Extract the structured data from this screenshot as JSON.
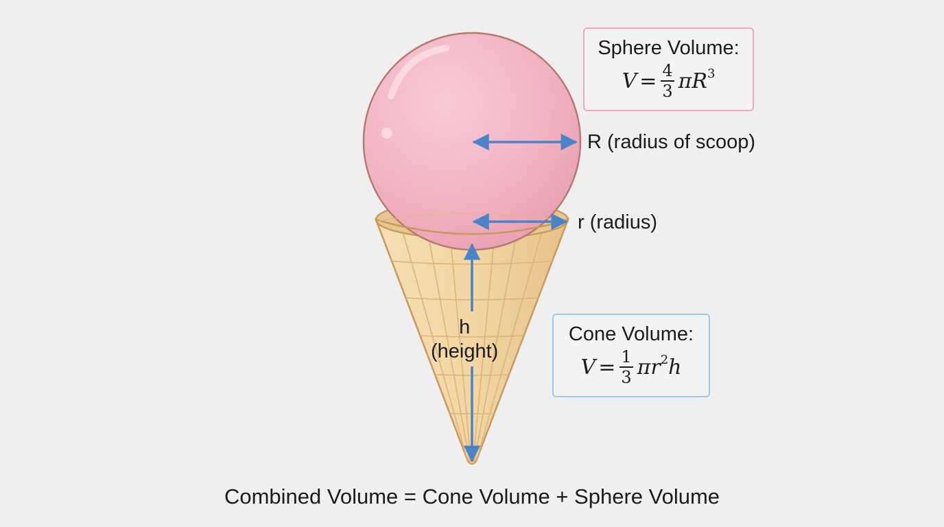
{
  "labels": {
    "scoop_radius": "R (radius of scoop)",
    "cone_radius": "r (radius)",
    "height_letter": "h",
    "height_word": "(height)"
  },
  "sphere_box": {
    "title": "Sphere Volume:",
    "lhs": "V",
    "equals": "=",
    "frac_num": "4",
    "frac_den": "3",
    "rest": "πR",
    "exponent": "3"
  },
  "cone_box": {
    "title": "Cone Volume:",
    "lhs": "V",
    "equals": "=",
    "frac_num": "1",
    "frac_den": "3",
    "rest": "πr",
    "exponent": "2",
    "tail": "h"
  },
  "bottom_text": "Combined Volume = Cone Volume + Sphere Volume",
  "colors": {
    "scoop_fill": "#f3b7c5",
    "scoop_outline": "#b47a6e",
    "cone_fill": "#f1d7a6",
    "cone_outline": "#c79a5a",
    "arrow": "#4a84c8",
    "sphere_box_border": "#e9aab9",
    "cone_box_border": "#9dc8ec"
  }
}
